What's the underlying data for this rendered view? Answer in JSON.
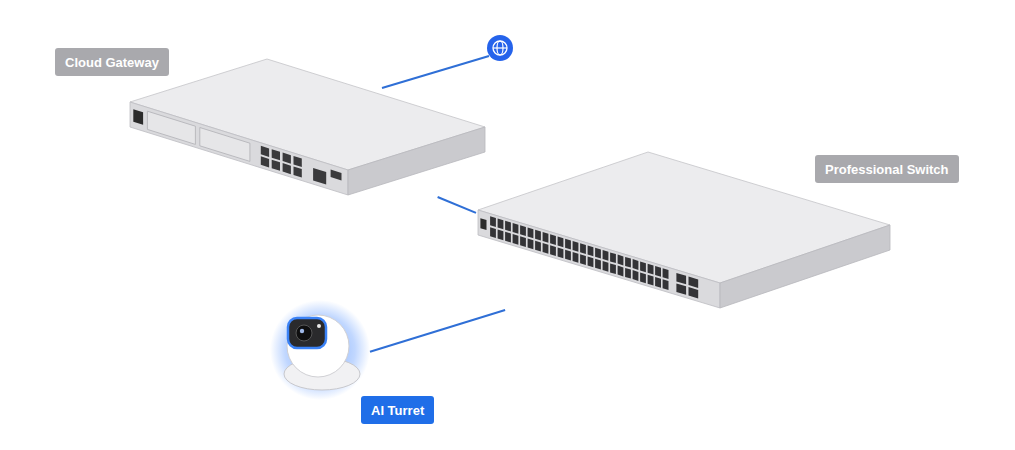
{
  "diagram": {
    "nodes": [
      {
        "text": [
          "Cloud Gateway"
        ]
      },
      {
        "text": [
          "Professional Switch"
        ]
      },
      {
        "text": [
          "AI Turret"
        ]
      }
    ],
    "edges": [
      {
        "from": 0,
        "to": 1,
        "arrow": "none"
      },
      {
        "from": 1,
        "to": 2,
        "arrow": "none"
      }
    ]
  }
}
